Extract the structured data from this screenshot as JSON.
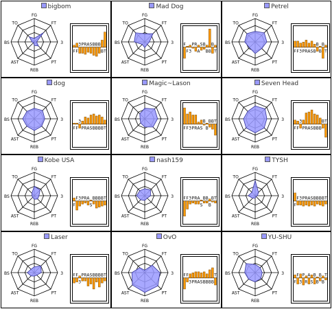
{
  "colors": {
    "radar_fill": "#9999ff",
    "radar_stroke": "#333399",
    "bar_fill": "#ff9900",
    "bar_stroke": "#7a4a00",
    "grid": "#000000"
  },
  "chart_data": [
    {
      "type": "radar+bar",
      "title": "bigbom",
      "axes": [
        "FG",
        "FT",
        "3",
        "PT",
        "REB",
        "AST",
        "BS",
        "TO"
      ],
      "radar_values": [
        0.15,
        0.55,
        0.1,
        0.25,
        0.15,
        0.05,
        0.1,
        0.3
      ],
      "bar_values": [
        0.1,
        0.2,
        -0.3,
        -0.3,
        -0.35,
        -0.25,
        -0.3,
        -0.4,
        -0.45,
        -0.3,
        0.35,
        0.75
      ]
    },
    {
      "type": "radar+bar",
      "title": "Mad Dog",
      "axes": [
        "FG",
        "FT",
        "3",
        "PT",
        "REB",
        "AST",
        "BS",
        "TO"
      ],
      "radar_values": [
        0.35,
        0.5,
        0.2,
        0.15,
        0.25,
        0.15,
        0.45,
        0.55
      ],
      "bar_values": [
        -0.55,
        0.05,
        0.1,
        -0.05,
        -0.2,
        0.1,
        -0.15,
        -0.1,
        0.1,
        0.9,
        -0.3,
        0.1
      ]
    },
    {
      "type": "radar+bar",
      "title": "Petrel",
      "axes": [
        "FG",
        "FT",
        "3",
        "PT",
        "REB",
        "AST",
        "BS",
        "TO"
      ],
      "radar_values": [
        0.45,
        0.55,
        0.5,
        0.4,
        0.5,
        0.35,
        0.45,
        0.5
      ],
      "bar_values": [
        0.3,
        0.3,
        0.2,
        0.25,
        0.35,
        0.2,
        0.3,
        0.15,
        -0.2,
        0.05,
        -0.55,
        0.1
      ]
    },
    {
      "type": "radar+bar",
      "title": "dog",
      "axes": [
        "FG",
        "FT",
        "3",
        "PT",
        "REB",
        "AST",
        "BS",
        "TO"
      ],
      "radar_values": [
        0.45,
        0.5,
        0.45,
        0.45,
        0.5,
        0.45,
        0.5,
        0.45
      ],
      "bar_values": [
        0.05,
        0.05,
        -0.2,
        0.15,
        0.35,
        0.3,
        0.45,
        0.5,
        0.4,
        0.45,
        0.35,
        0.2
      ]
    },
    {
      "type": "radar+bar",
      "title": "Magic~Lason",
      "axes": [
        "FG",
        "FT",
        "3",
        "PT",
        "REB",
        "AST",
        "BS",
        "TO"
      ],
      "radar_values": [
        0.45,
        0.6,
        0.55,
        0.5,
        0.35,
        0.25,
        0.2,
        0.3
      ],
      "bar_values": [
        0.8,
        0.5,
        0.6,
        0.45,
        0.45,
        0.1,
        0.2,
        -0.05,
        0.05,
        -0.15,
        -0.25,
        -0.55
      ]
    },
    {
      "type": "radar+bar",
      "title": "Seven Head",
      "axes": [
        "FG",
        "FT",
        "3",
        "PT",
        "REB",
        "AST",
        "BS",
        "TO"
      ],
      "radar_values": [
        0.55,
        0.6,
        0.5,
        0.55,
        0.6,
        0.55,
        0.5,
        0.45
      ],
      "bar_values": [
        0.2,
        0.15,
        -0.2,
        0.2,
        0.55,
        0.6,
        0.7,
        0.5,
        0.45,
        0.3,
        -0.2,
        -0.65
      ]
    },
    {
      "type": "radar+bar",
      "title": "Kobe USA",
      "axes": [
        "FG",
        "FT",
        "3",
        "PT",
        "REB",
        "AST",
        "BS",
        "TO"
      ],
      "radar_values": [
        0.4,
        0.35,
        0.2,
        0.2,
        0.15,
        0.1,
        0.1,
        0.15
      ],
      "bar_values": [
        0.15,
        -0.45,
        -0.25,
        -0.15,
        -0.1,
        -0.2,
        0.05,
        -0.15,
        -0.35,
        -0.3,
        -0.25,
        -0.2
      ]
    },
    {
      "type": "radar+bar",
      "title": "nash159",
      "axes": [
        "FG",
        "FT",
        "3",
        "PT",
        "REB",
        "AST",
        "BS",
        "TO"
      ],
      "radar_values": [
        0.3,
        0.35,
        0.25,
        0.15,
        0.2,
        0.25,
        0.35,
        0.3
      ],
      "bar_values": [
        -0.75,
        -0.4,
        -0.15,
        -0.1,
        -0.15,
        -0.15,
        0.05,
        -0.1,
        -0.1,
        0.1,
        -0.05,
        -0.1
      ]
    },
    {
      "type": "radar+bar",
      "title": "TYSH",
      "axes": [
        "FG",
        "FT",
        "3",
        "PT",
        "REB",
        "AST",
        "BS",
        "TO"
      ],
      "radar_values": [
        0.65,
        0.2,
        0.1,
        0.05,
        0.1,
        0.15,
        0.3,
        0.2
      ],
      "bar_values": [
        0.4,
        -0.2,
        -0.2,
        -0.25,
        -0.2,
        -0.25,
        -0.2,
        -0.25,
        -0.15,
        -0.2,
        -0.25,
        -0.15
      ]
    },
    {
      "type": "radar+bar",
      "title": "Laser",
      "axes": [
        "FG",
        "FT",
        "3",
        "PT",
        "REB",
        "AST",
        "BS",
        "TO"
      ],
      "radar_values": [
        0.25,
        0.4,
        0.3,
        0.15,
        0.15,
        0.2,
        0.3,
        0.2
      ],
      "bar_values": [
        -0.25,
        -0.2,
        0.1,
        -0.15,
        -0.15,
        -0.4,
        -0.3,
        -0.55,
        -0.2,
        -0.45,
        -0.25,
        -0.15
      ]
    },
    {
      "type": "radar+bar",
      "title": "OvO",
      "axes": [
        "FG",
        "FT",
        "3",
        "PT",
        "REB",
        "AST",
        "BS",
        "TO"
      ],
      "radar_values": [
        0.1,
        0.45,
        0.65,
        0.8,
        0.85,
        0.75,
        0.55,
        0.3
      ],
      "bar_values": [
        -0.55,
        -0.2,
        0.2,
        0.25,
        0.3,
        0.3,
        0.25,
        0.3,
        0.2,
        0.4,
        0.5,
        -0.35
      ]
    },
    {
      "type": "radar+bar",
      "title": "YU-SHU",
      "axes": [
        "FG",
        "FT",
        "3",
        "PT",
        "REB",
        "AST",
        "BS",
        "TO"
      ],
      "radar_values": [
        0.35,
        0.3,
        0.3,
        0.35,
        0.4,
        0.4,
        0.45,
        0.55
      ],
      "bar_values": [
        0.15,
        -0.3,
        0.2,
        -0.35,
        0.1,
        -0.3,
        0.15,
        -0.3,
        0.05,
        -0.15,
        0.1,
        -0.1
      ]
    }
  ]
}
